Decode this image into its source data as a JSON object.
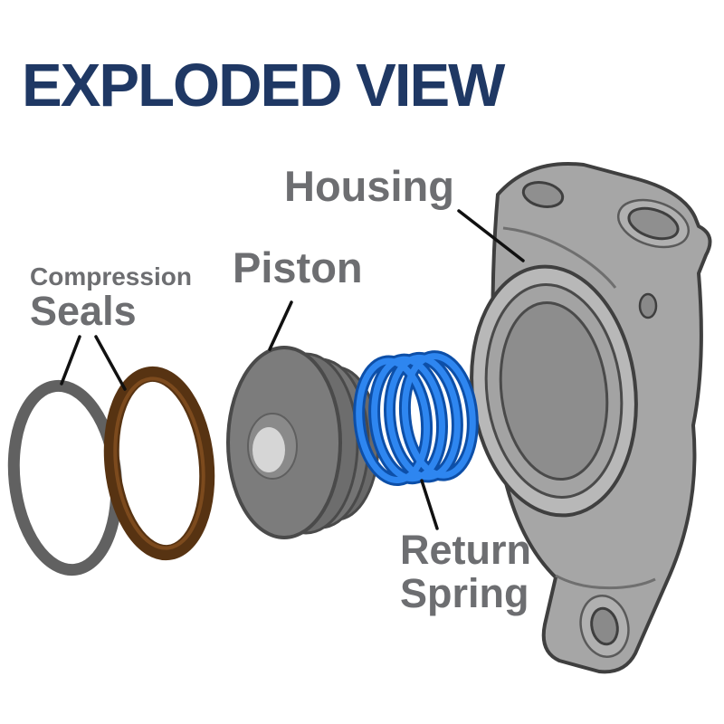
{
  "diagram": {
    "title": "EXPLODED VIEW",
    "background": "#ffffff",
    "labels": {
      "housing": "Housing",
      "piston": "Piston",
      "compression_seals_line1": "Compression",
      "compression_seals_line2": "Seals",
      "return_spring_line1": "Return",
      "return_spring_line2": "Spring"
    },
    "colors": {
      "title_text": "#1f3864",
      "label_text": "#6d6e71",
      "leader_line": "#111111",
      "outline": "#3f3f3f",
      "seal_gray": "#616161",
      "seal_brown": "#573312",
      "piston_body": "#7c7c7c",
      "piston_face_highlight": "#d6d6d6",
      "spring_blue": "#2e86f0",
      "spring_blue_dark": "#0d4fa8",
      "housing_body": "#a6a6a6",
      "housing_bore": "#8d8d8d"
    },
    "parts": [
      {
        "id": "compression-seal-outer",
        "label": "Compression Seals",
        "color": "#616161"
      },
      {
        "id": "compression-seal-inner",
        "label": "Compression Seals",
        "color": "#573312"
      },
      {
        "id": "piston",
        "label": "Piston",
        "color": "#7c7c7c"
      },
      {
        "id": "return-spring",
        "label": "Return Spring",
        "color": "#2e86f0"
      },
      {
        "id": "housing",
        "label": "Housing",
        "color": "#a6a6a6"
      }
    ]
  }
}
